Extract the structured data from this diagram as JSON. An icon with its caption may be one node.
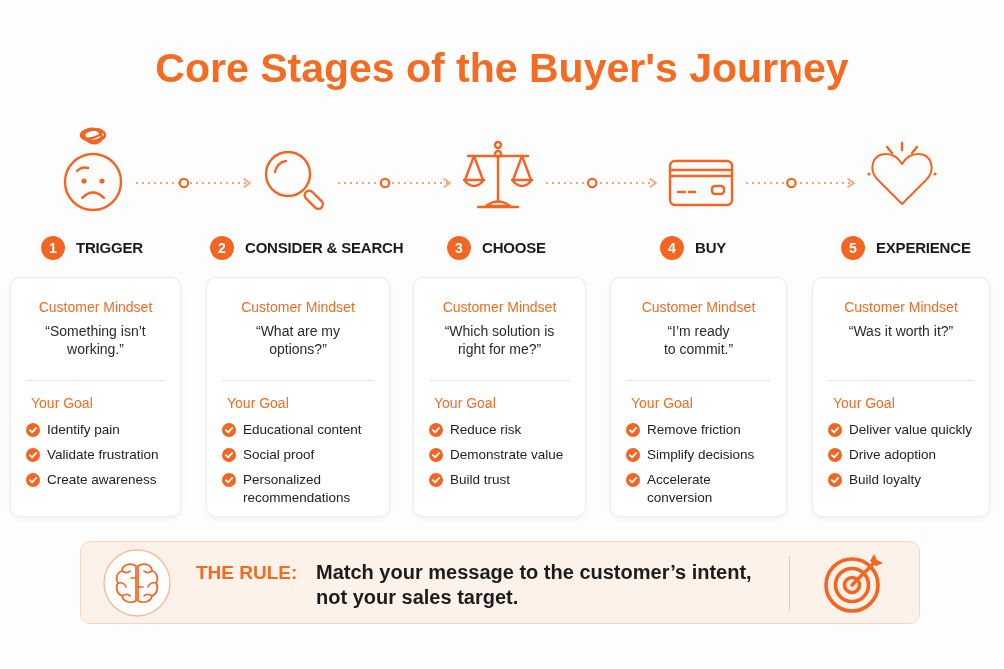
{
  "diagram": {
    "title": "Core Stages of the Buyer's Journey",
    "nodes": [
      {
        "text": [],
        "shape": "picture"
      },
      {
        "text": [],
        "shape": "picture"
      },
      {
        "text": [],
        "shape": "picture"
      },
      {
        "text": [],
        "shape": "picture"
      },
      {
        "text": [],
        "shape": "picture"
      },
      {
        "text": [
          "1"
        ],
        "beside": [
          "TRIGGER"
        ]
      },
      {
        "text": [
          "Customer Mindset",
          "“Something isn’t working.”",
          "Your Goal",
          "Identify pain",
          "Validate frustration",
          "Create awareness"
        ]
      },
      {
        "text": [
          "2"
        ],
        "beside": [
          "CONSIDER & SEARCH"
        ]
      },
      {
        "text": [
          "Customer Mindset",
          "“What are my options?”",
          "Your Goal",
          "Educational content",
          "Social proof",
          "Personalized recommendations"
        ]
      },
      {
        "text": [
          "3"
        ],
        "beside": [
          "CHOOSE"
        ]
      },
      {
        "text": [
          "Customer Mindset",
          "“Which solution is right for me?”",
          "Your Goal",
          "Reduce risk",
          "Demonstrate value",
          "Build trust"
        ]
      },
      {
        "text": [
          "4"
        ],
        "beside": [
          "BUY"
        ]
      },
      {
        "text": [
          "Customer Mindset",
          "“I’m ready to commit.”",
          "Your Goal",
          "Remove friction",
          "Simplify decisions",
          "Accelerate conversion"
        ]
      },
      {
        "text": [
          "5"
        ],
        "beside": [
          "EXPERIENCE"
        ]
      },
      {
        "text": [
          "Customer Mindset",
          "“Was it worth it?”",
          "Your Goal",
          "Deliver value quickly",
          "Drive adoption",
          "Build loyalty"
        ]
      },
      {
        "text": [
          "THE RULE:",
          "Match your message to the customer’s intent, not your sales target."
        ]
      }
    ],
    "edges": [
      {
        "from": 0,
        "to": 1,
        "arrow": "to",
        "style": "dashed"
      },
      {
        "from": 1,
        "to": 2,
        "arrow": "to",
        "style": "dashed"
      },
      {
        "from": 2,
        "to": 3,
        "arrow": "to",
        "style": "dashed"
      },
      {
        "from": 3,
        "to": 4,
        "arrow": "to",
        "style": "dashed"
      }
    ]
  }
}
